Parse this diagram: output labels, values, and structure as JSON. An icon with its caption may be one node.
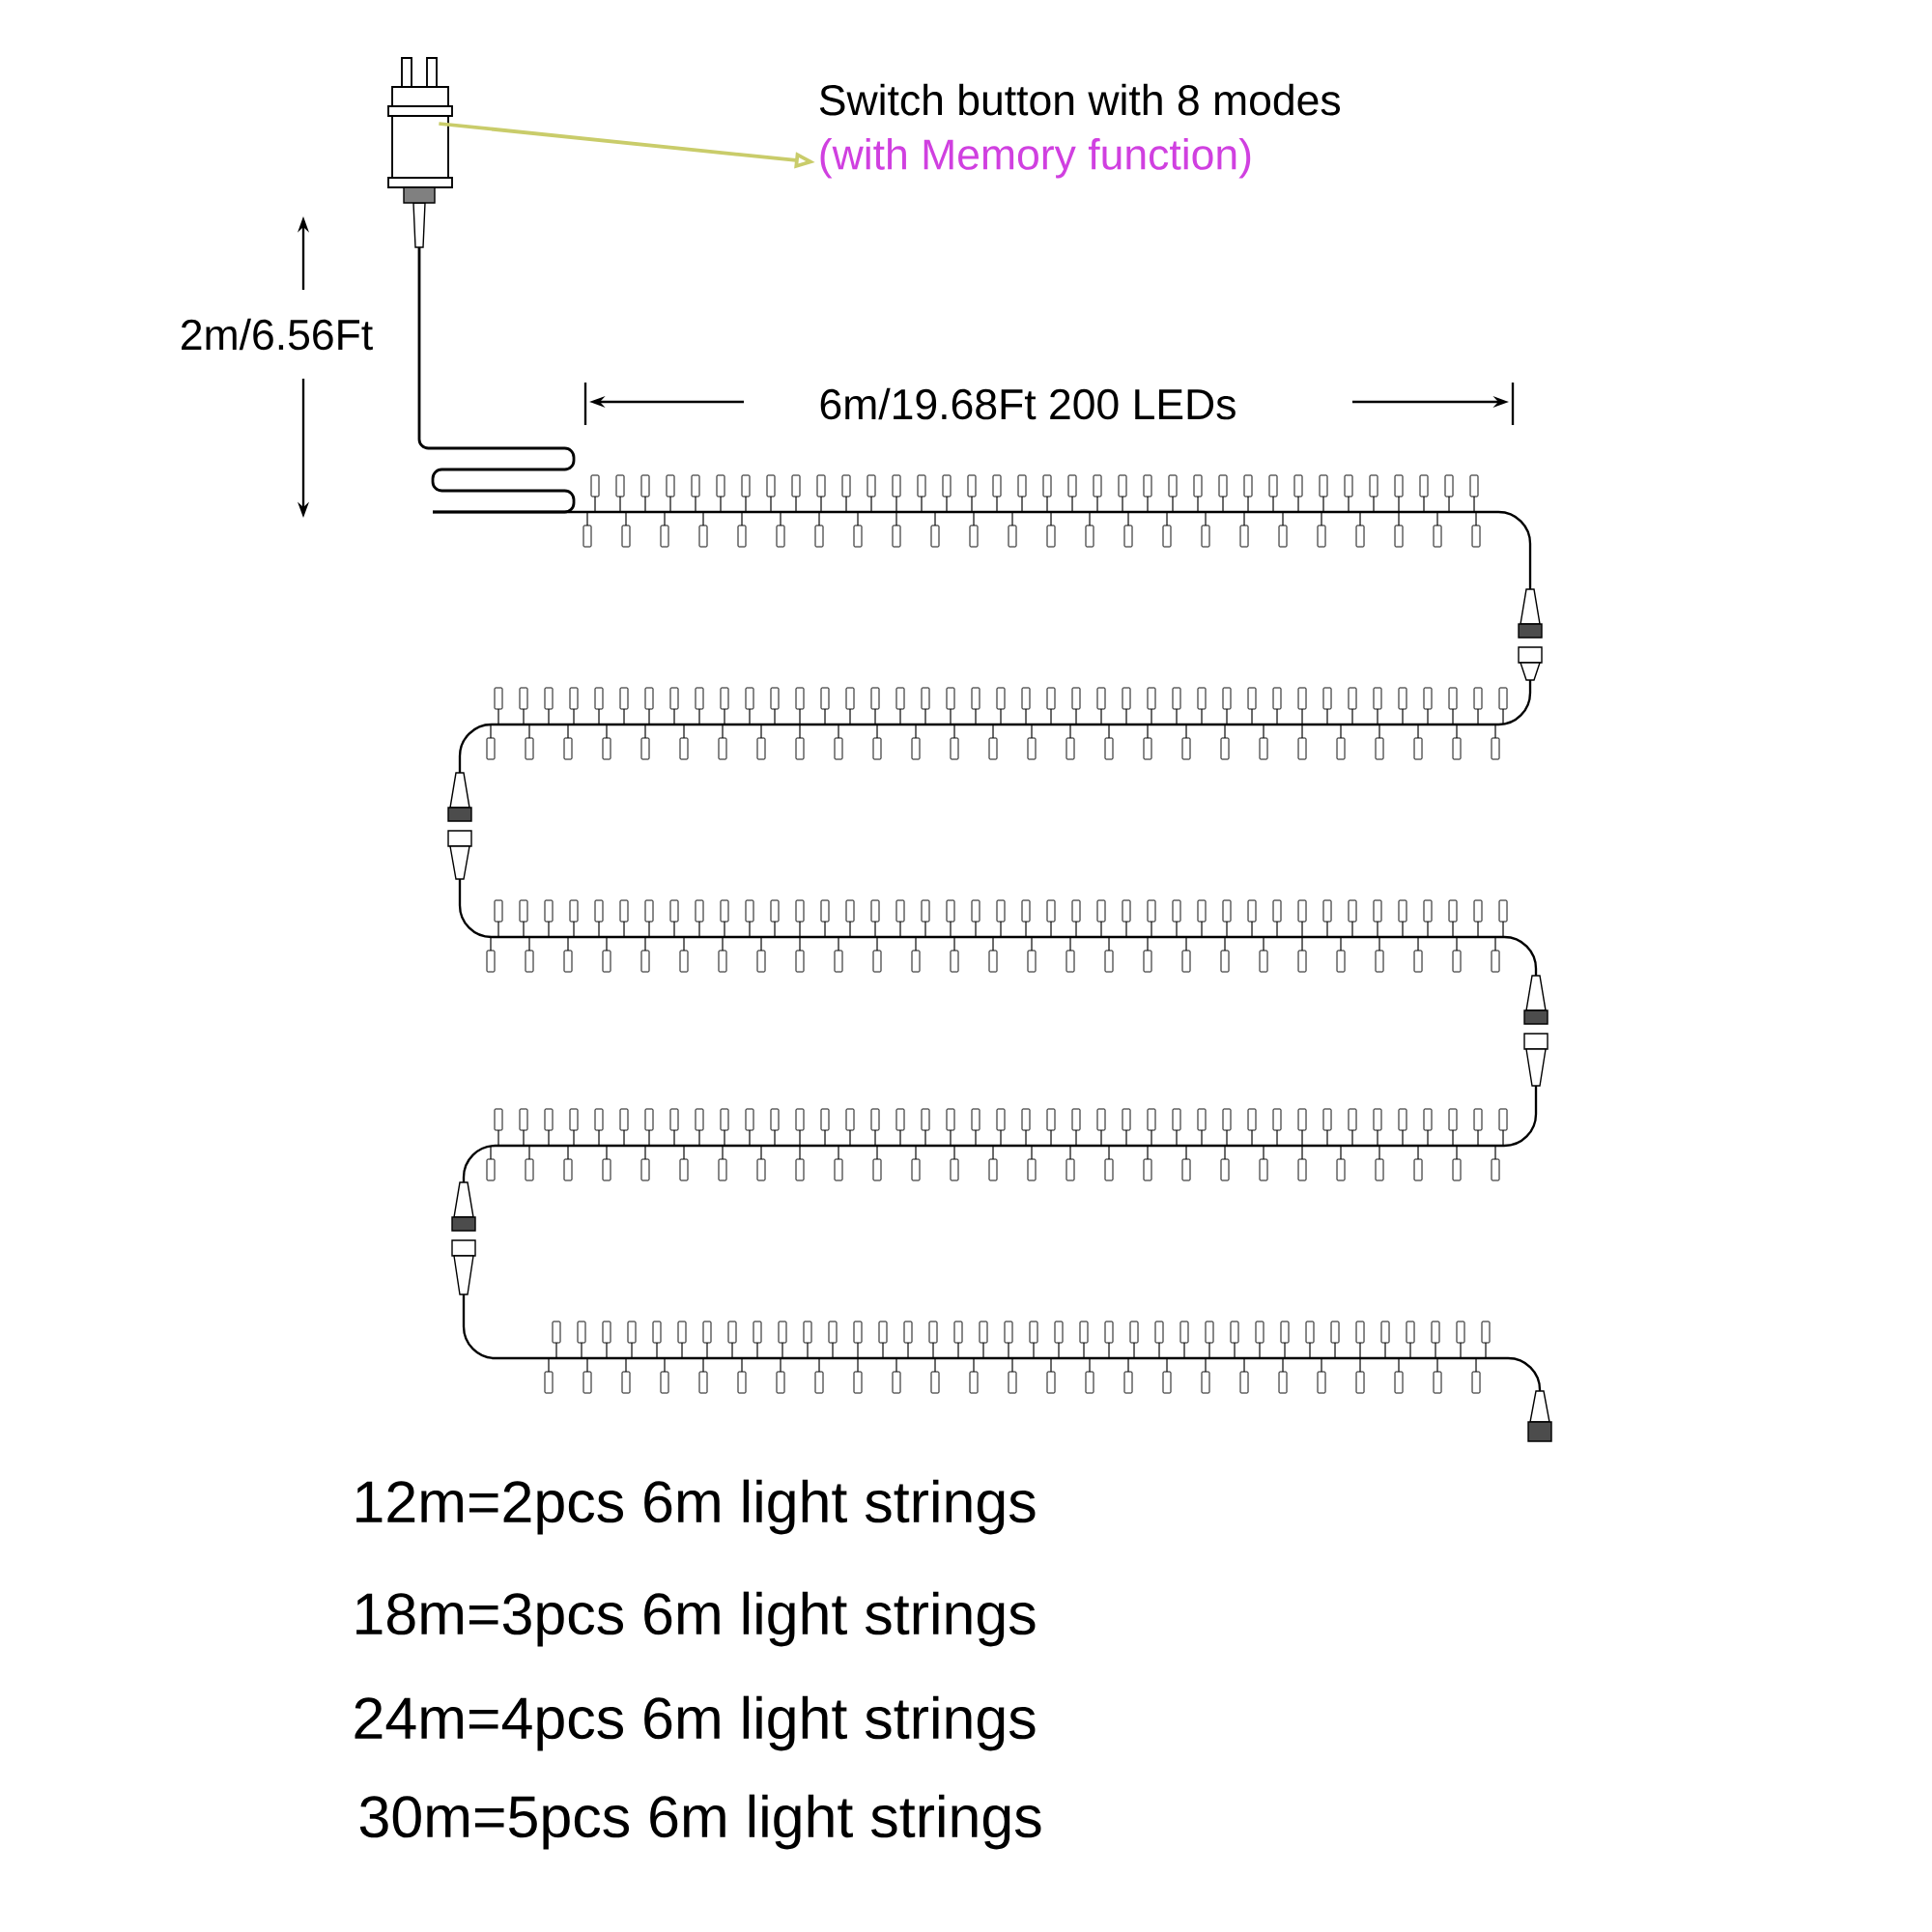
{
  "diagram": {
    "nodes": [
      {
        "text": [],
        "shape": "picture"
      },
      {
        "text": [
          "Switch button with 8 modes",
          "(with Memory function)"
        ]
      }
    ],
    "edges": [
      {
        "from": 0,
        "to": 1,
        "arrow": "to",
        "color": "#c9cc6a"
      }
    ],
    "labels": [
      "2m/6.56Ft",
      "6m/19.68Ft  200 LEDs",
      "12m=2pcs 6m light strings",
      "18m=3pcs 6m light strings",
      "24m=4pcs 6m light strings",
      "30m=5pcs 6m light strings"
    ]
  }
}
